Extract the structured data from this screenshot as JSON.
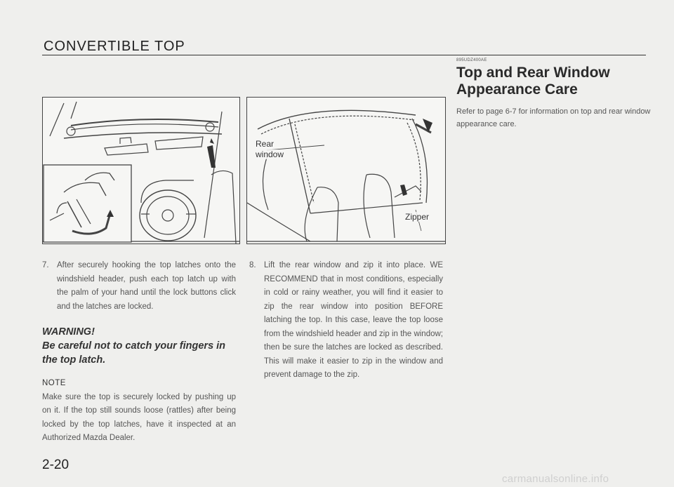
{
  "header": {
    "title": "CONVERTIBLE TOP"
  },
  "side_section": {
    "code": "895UDZ400AE",
    "title": "Top and Rear Window Appearance Care",
    "body": "Refer to page 6-7 for information on top and rear window appearance care."
  },
  "figures": {
    "figure2": {
      "label_rear": "Rear",
      "label_window": "window",
      "label_zipper": "Zipper"
    }
  },
  "steps": [
    {
      "number": "7.",
      "text": "After securely hooking the top latches onto the windshield header, push each top latch up with the palm of your hand until the lock buttons click and the latches are locked."
    },
    {
      "number": "8.",
      "text": "Lift the rear window and zip it into place. WE RECOMMEND that in most conditions, especially in cold or rainy weather, you will find it easier to zip the rear window into position BEFORE latching the top. In this case, leave the top loose from the windshield header and zip in the window; then be sure the latches are locked as described. This will make it easier to zip in the window and prevent damage to the zip."
    }
  ],
  "warning": {
    "heading": "WARNING!",
    "body": "Be careful not to catch your fingers in the top latch."
  },
  "note": {
    "heading": "NOTE",
    "body": "Make sure the top is securely locked by pushing up on it. If the top still sounds loose (rattles) after being locked by the top latches, have it inspected at an Authorized Mazda Dealer."
  },
  "footer": {
    "page_number": "2-20",
    "watermark": "carmanualsonline.info"
  }
}
